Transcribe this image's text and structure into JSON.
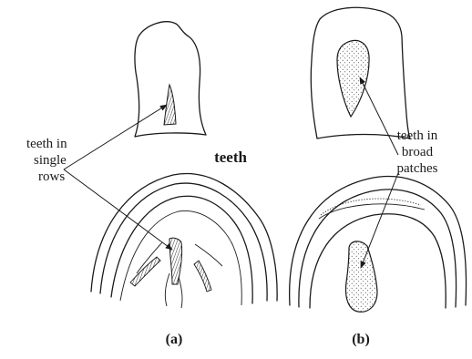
{
  "center_label": "teeth",
  "left_label": [
    "teeth in",
    "single",
    "rows"
  ],
  "right_label": [
    "teeth in",
    "broad",
    "patches"
  ],
  "caption_a": "(a)",
  "caption_b": "(b)"
}
